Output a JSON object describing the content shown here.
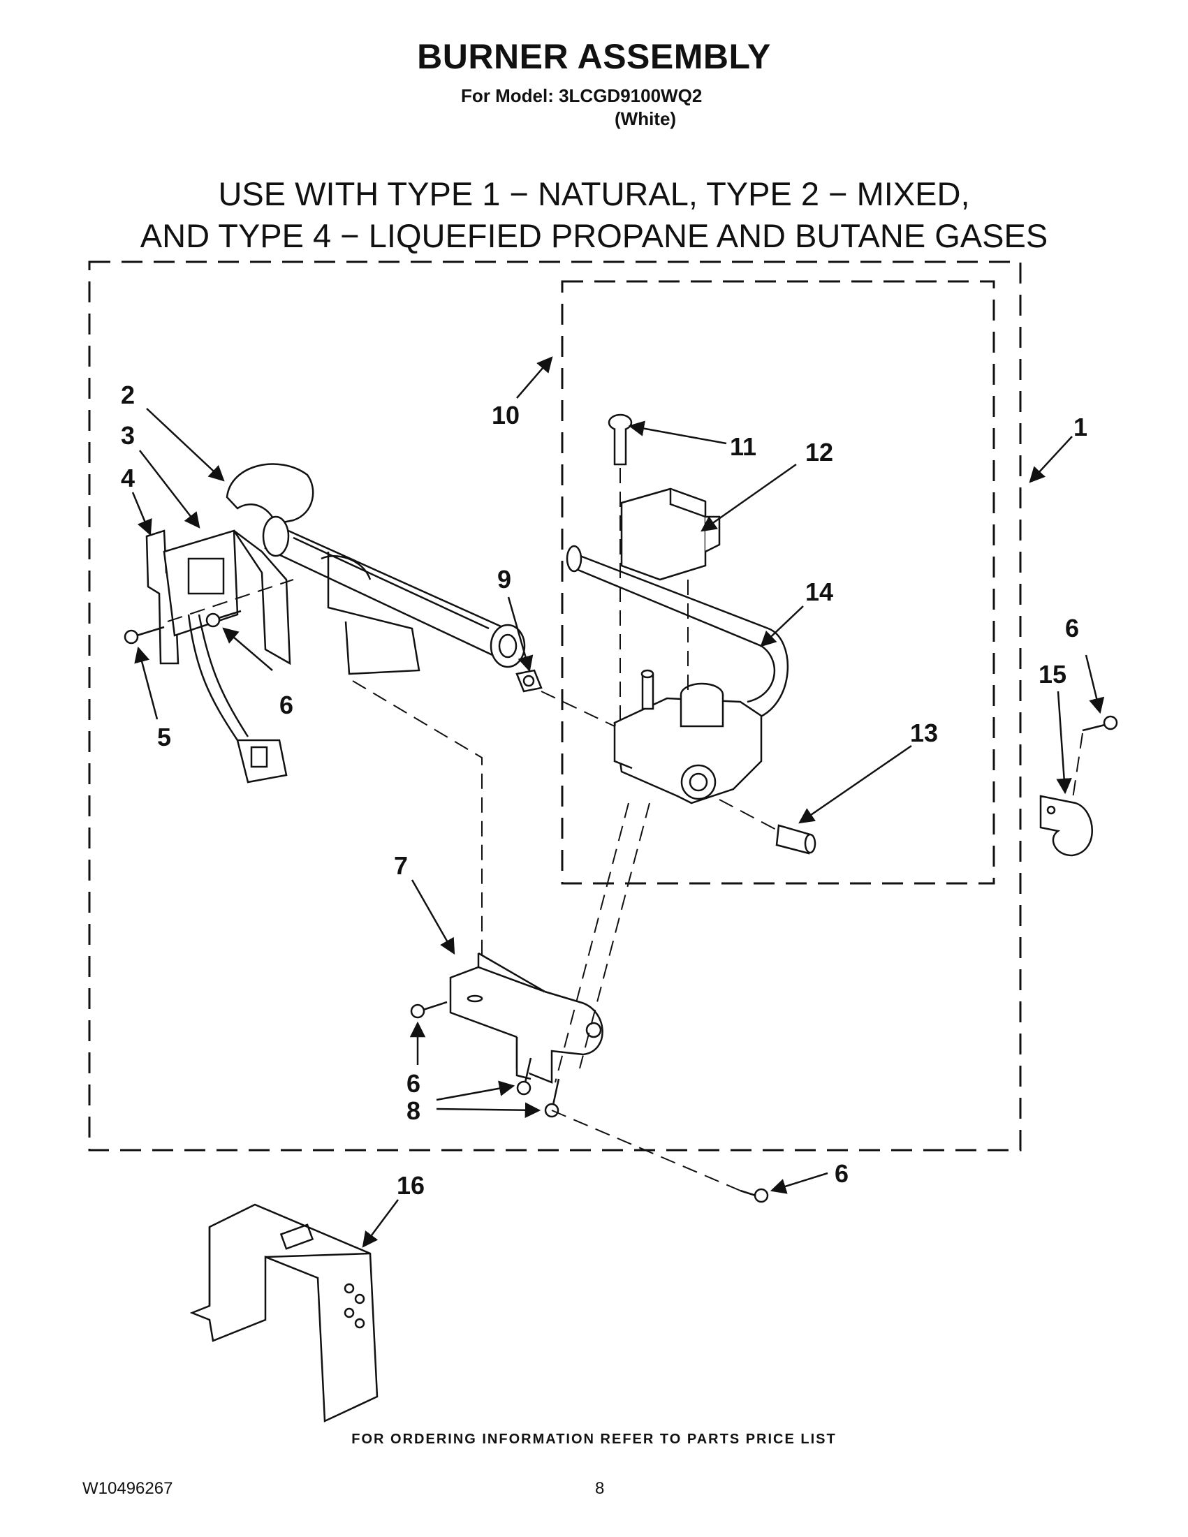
{
  "header": {
    "title": "BURNER ASSEMBLY",
    "model_line": "For Model: 3LCGD9100WQ2",
    "variant": "(White)"
  },
  "usage_note": {
    "line1": "USE WITH TYPE 1 − NATURAL, TYPE 2 − MIXED,",
    "line2": "AND TYPE 4 − LIQUEFIED PROPANE AND BUTANE GASES"
  },
  "callouts": {
    "c1": "1",
    "c2": "2",
    "c3": "3",
    "c4": "4",
    "c5": "5",
    "c6a": "6",
    "c6b": "6",
    "c6c": "6",
    "c6d": "6",
    "c7": "7",
    "c8": "8",
    "c9": "9",
    "c10": "10",
    "c11": "11",
    "c12": "12",
    "c13": "13",
    "c14": "14",
    "c15": "15",
    "c16": "16"
  },
  "footer": {
    "note": "FOR ORDERING INFORMATION REFER TO PARTS PRICE LIST",
    "doc_number": "W10496267",
    "page_number": "8"
  }
}
